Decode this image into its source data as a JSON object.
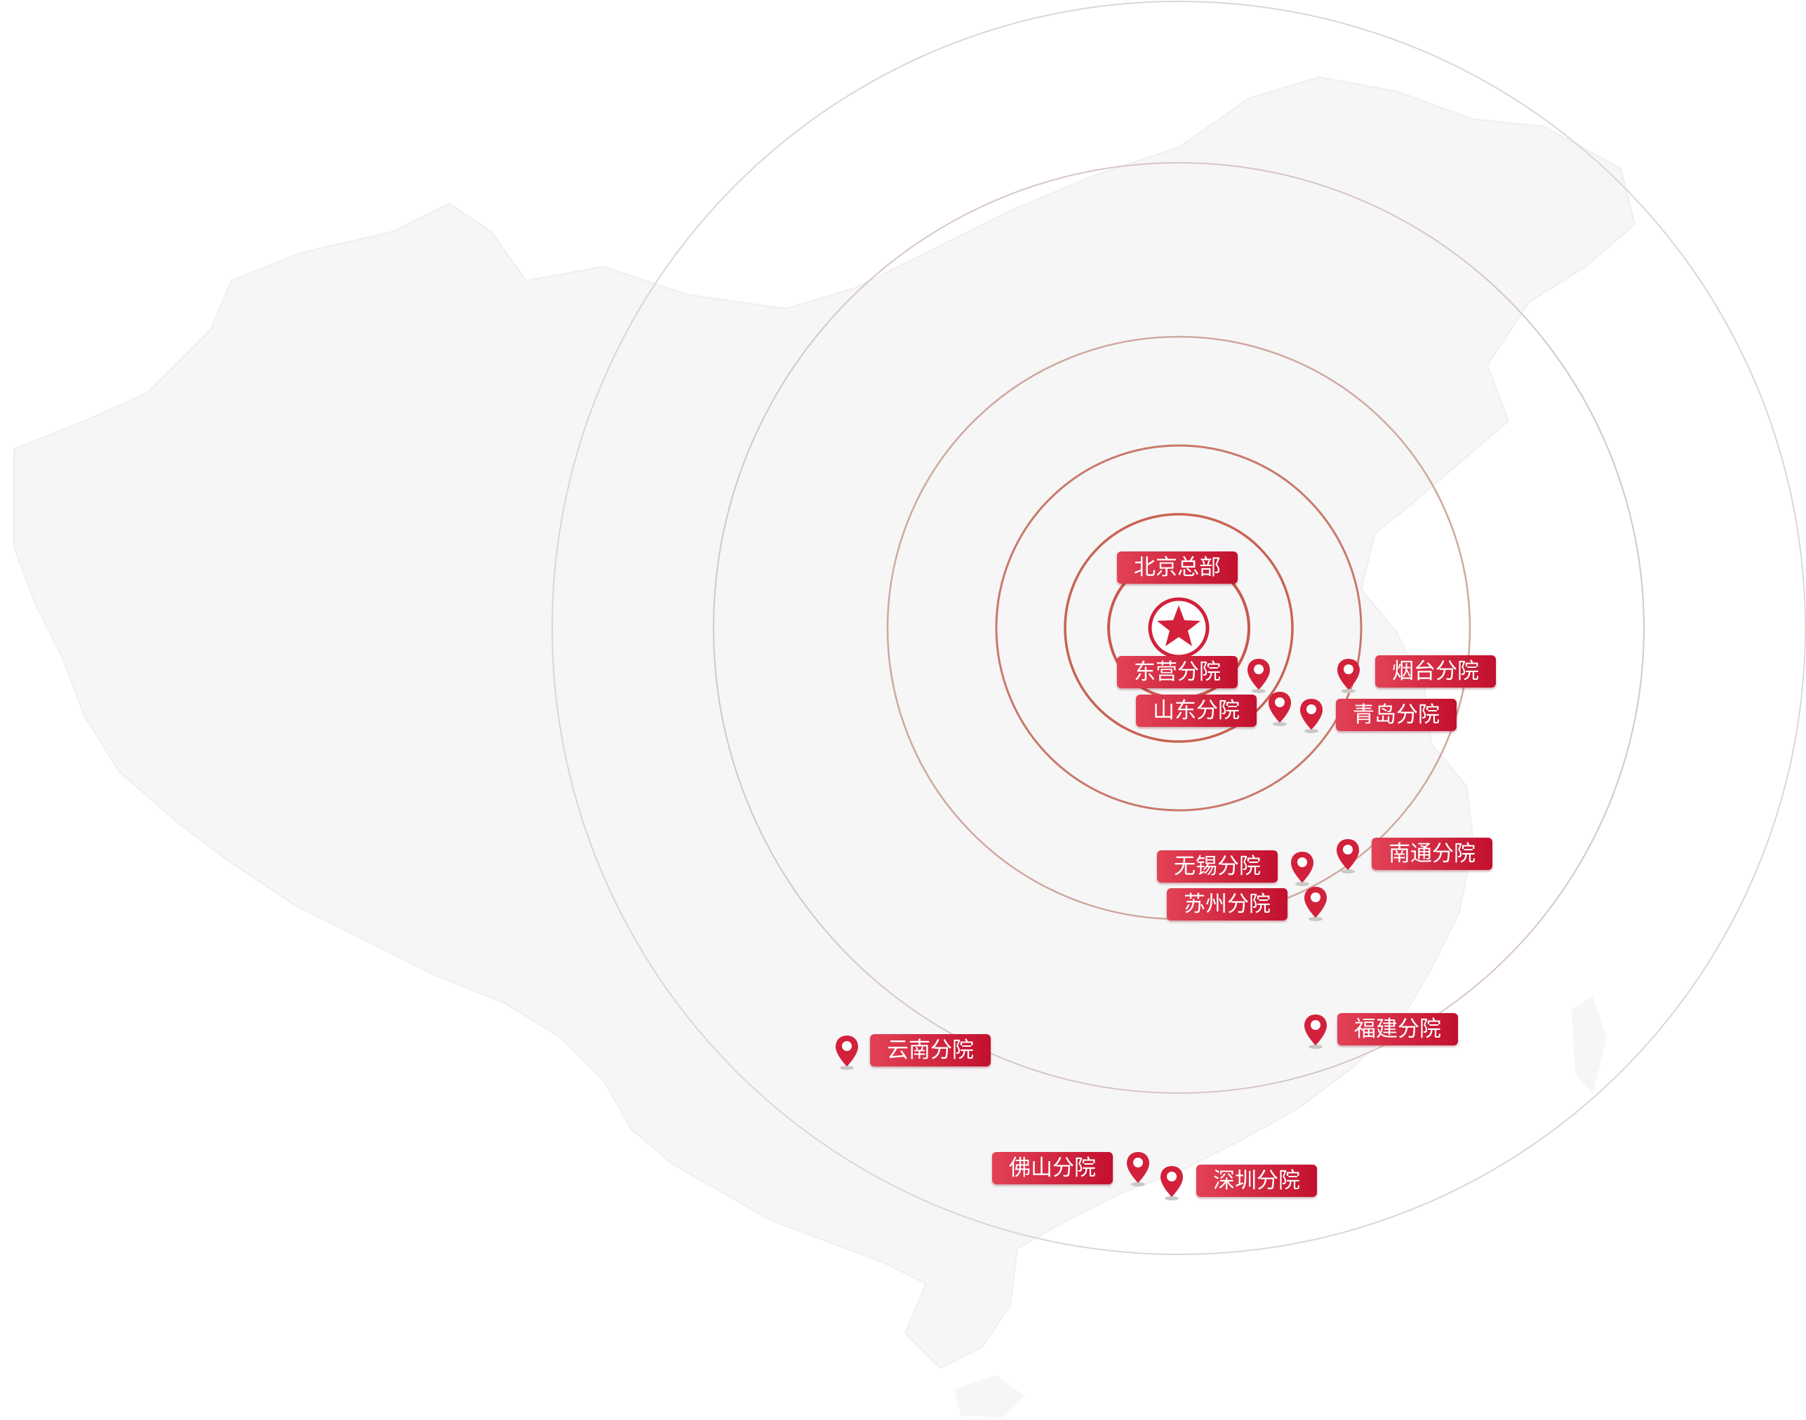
{
  "colors": {
    "brand_red": "#d3203b",
    "brand_red_light": "#e24256",
    "brand_red_dark": "#c2102e",
    "ring_inner": "#c7584a",
    "ring_outer": "#d6d0d0",
    "map_silhouette": "#f7f7f8"
  },
  "headquarters": {
    "label": "北京总部",
    "icon": "star-icon"
  },
  "branches": [
    {
      "id": "dongying",
      "label": "东营分院",
      "icon": "location-pin-icon"
    },
    {
      "id": "yantai",
      "label": "烟台分院",
      "icon": "location-pin-icon"
    },
    {
      "id": "shandong",
      "label": "山东分院",
      "icon": "location-pin-icon"
    },
    {
      "id": "qingdao",
      "label": "青岛分院",
      "icon": "location-pin-icon"
    },
    {
      "id": "wuxi",
      "label": "无锡分院",
      "icon": "location-pin-icon"
    },
    {
      "id": "nantong",
      "label": "南通分院",
      "icon": "location-pin-icon"
    },
    {
      "id": "suzhou",
      "label": "苏州分院",
      "icon": "location-pin-icon"
    },
    {
      "id": "fujian",
      "label": "福建分院",
      "icon": "location-pin-icon"
    },
    {
      "id": "yunnan",
      "label": "云南分院",
      "icon": "location-pin-icon"
    },
    {
      "id": "foshan",
      "label": "佛山分院",
      "icon": "location-pin-icon"
    },
    {
      "id": "shenzhen",
      "label": "深圳分院",
      "icon": "location-pin-icon"
    }
  ]
}
